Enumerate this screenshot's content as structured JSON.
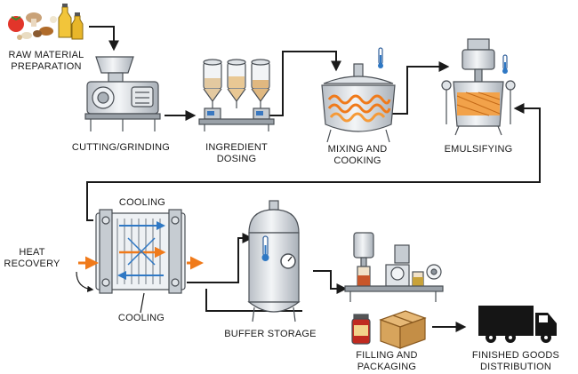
{
  "diagram": {
    "steps": {
      "raw_material": {
        "line1": "RAW MATERIAL",
        "line2": "PREPARATION"
      },
      "cutting": {
        "line1": "CUTTING/GRINDING"
      },
      "dosing": {
        "line1": "INGREDIENT",
        "line2": "DOSING"
      },
      "mixing": {
        "line1": "MIXING AND",
        "line2": "COOKING"
      },
      "emulsifying": {
        "line1": "EMULSIFYING"
      },
      "cooling_top": {
        "line1": "COOLING"
      },
      "heat_recovery": {
        "line1": "HEAT",
        "line2": "RECOVERY"
      },
      "cooling_bottom": {
        "line1": "COOLING"
      },
      "buffer": {
        "line1": "BUFFER STORAGE"
      },
      "filling": {
        "line1": "FILLING AND",
        "line2": "PACKAGING"
      },
      "distribution": {
        "line1": "FINISHED GOODS",
        "line2": "DISTRIBUTION"
      }
    },
    "colors": {
      "line": "#1a1a1a",
      "metal": "#d9dde1",
      "metal_dark": "#8c949c",
      "heat": "#f07a1a",
      "cool": "#2f78c4",
      "box": "#d7a45c"
    },
    "icons": [
      "ingredients-icon",
      "grinder-icon",
      "dosing-tanks-icon",
      "cooking-kettle-icon",
      "emulsifier-icon",
      "plate-heat-exchanger-icon",
      "buffer-tank-icon",
      "filling-machine-icon",
      "jar-icon",
      "carton-box-icon",
      "delivery-truck-icon",
      "thermometer-icon",
      "pressure-gauge-icon"
    ]
  }
}
